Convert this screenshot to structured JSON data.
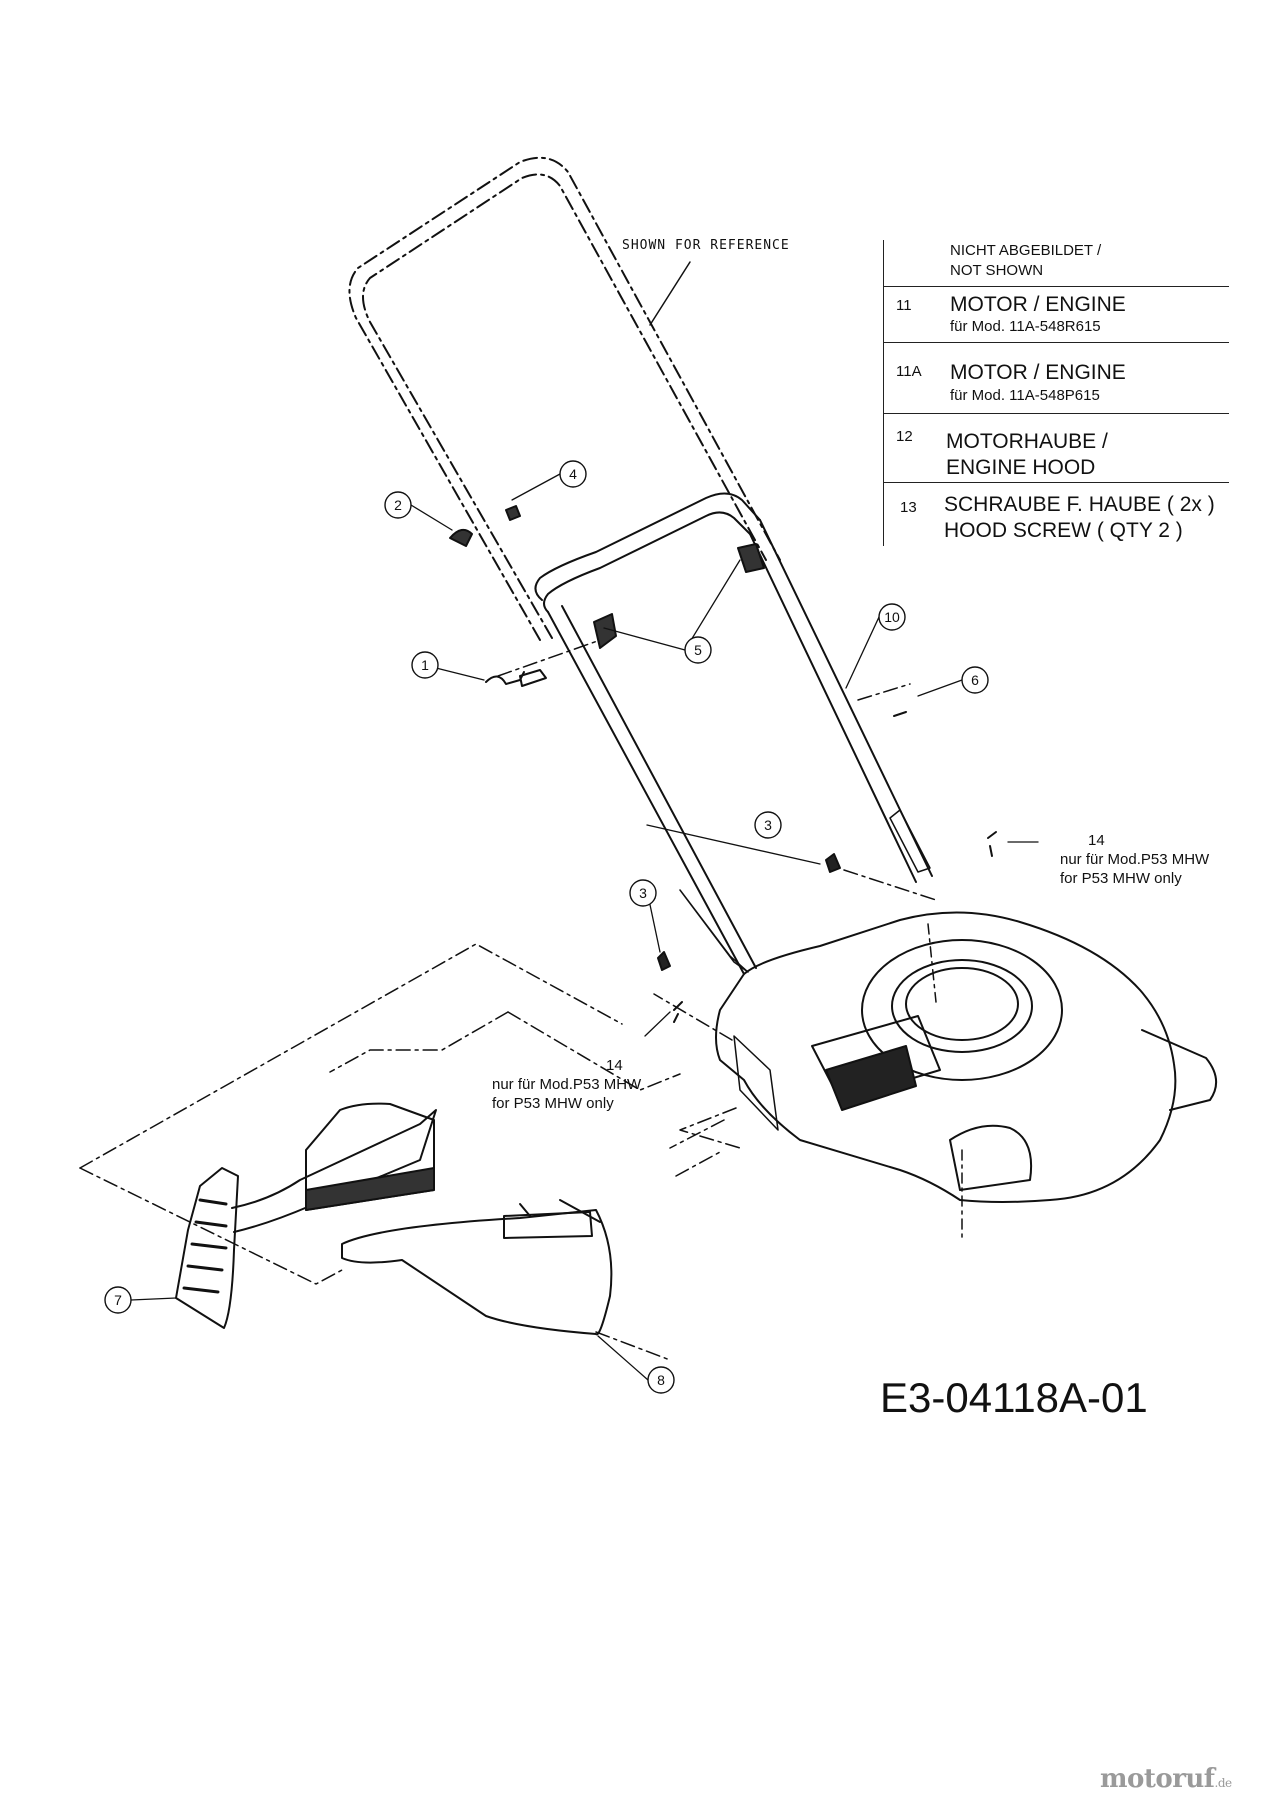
{
  "reference_note": "SHOWN FOR REFERENCE",
  "legend": {
    "not_shown_1": "NICHT ABGEBILDET /",
    "not_shown_2": "NOT SHOWN",
    "rows": [
      {
        "number": "11",
        "line1": "MOTOR / ENGINE",
        "line2": "für Mod. 11A-548R615"
      },
      {
        "number": "11A",
        "line1": "MOTOR / ENGINE",
        "line2": "für Mod. 11A-548P615"
      },
      {
        "number": "12",
        "line1": "MOTORHAUBE /",
        "line2": "ENGINE HOOD"
      },
      {
        "number": "13",
        "line1": "SCHRAUBE F. HAUBE ( 2x )",
        "line2": "HOOD SCREW ( QTY 2 )"
      }
    ]
  },
  "callouts": [
    {
      "number": "14",
      "line1": "nur für Mod.P53 MHW",
      "line2": "for P53 MHW  only"
    },
    {
      "number": "14",
      "line1": "nur für Mod.P53 MHW",
      "line2": "for P53 MHW  only"
    }
  ],
  "part_numbers": [
    "1",
    "2",
    "3",
    "3",
    "4",
    "5",
    "6",
    "7",
    "8",
    "10"
  ],
  "drawing_code": "E3-04118A-01",
  "watermark": {
    "brand": "motoruf",
    "tld": ".de"
  }
}
